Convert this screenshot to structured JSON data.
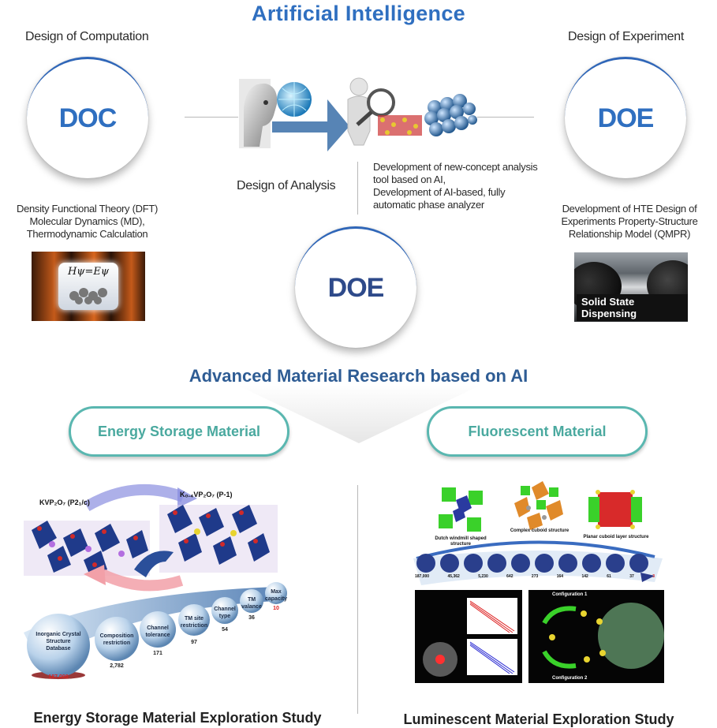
{
  "top_title": "Artificial Intelligence",
  "left": {
    "heading": "Design of Computation",
    "circle_label": "DOC",
    "methods": [
      "Density Functional Theory (DFT)",
      "Molecular Dynamics (MD),",
      "Thermodynamic Calculation"
    ],
    "equation": "Hψ=Eψ"
  },
  "right": {
    "heading": "Design of Experiment",
    "circle_label": "DOE",
    "methods": [
      "Development of HTE Design of",
      "Experiments Property-Structure",
      "Relationship Model (QMPR)"
    ],
    "photo_label": "Solid State Dispensing"
  },
  "center": {
    "heading": "Design of Analysis",
    "circle_label": "DOE",
    "notes": [
      "Development of new-concept analysis",
      "tool based on AI,",
      "Development of AI-based, fully",
      "automatic phase analyzer"
    ]
  },
  "advanced_title": "Advanced Material Research based on AI",
  "branches": [
    {
      "label": "Energy Storage Material",
      "study": "Energy Storage Material Exploration Study"
    },
    {
      "label": "Fluorescent Material",
      "study": "Luminescent Material Exploration Study"
    }
  ],
  "energy_panel": {
    "crystal_left": "KVP₂O₇ (P2₁/c)",
    "crystal_right": "K₀.₄VP₂O₇ (P-1)",
    "funnel": [
      {
        "label": "Inorganic Crystal Structure Database",
        "count": "187,000"
      },
      {
        "label": "Composition restriction",
        "count": "2,782"
      },
      {
        "label": "Channel tolerance",
        "count": "171"
      },
      {
        "label": "TM site restriction",
        "count": "97"
      },
      {
        "label": "Channel type",
        "count": "54"
      },
      {
        "label": "TM valance",
        "count": "36"
      },
      {
        "label": "Max capacity",
        "count": "10"
      }
    ]
  },
  "fluor_panel": {
    "structures": [
      "Dutch windmill shaped structure",
      "Complex cuboid structure",
      "Planar cuboid layer structure"
    ],
    "counts": [
      "187,000",
      "45,362",
      "5,230",
      "642",
      "273",
      "164",
      "142",
      "61",
      "37",
      "3"
    ],
    "configs": [
      "Configuration 1",
      "Configuration 2"
    ]
  },
  "colors": {
    "accent_blue": "#2f6fc0",
    "teal": "#4aa99f",
    "navy": "#2e5c94"
  }
}
